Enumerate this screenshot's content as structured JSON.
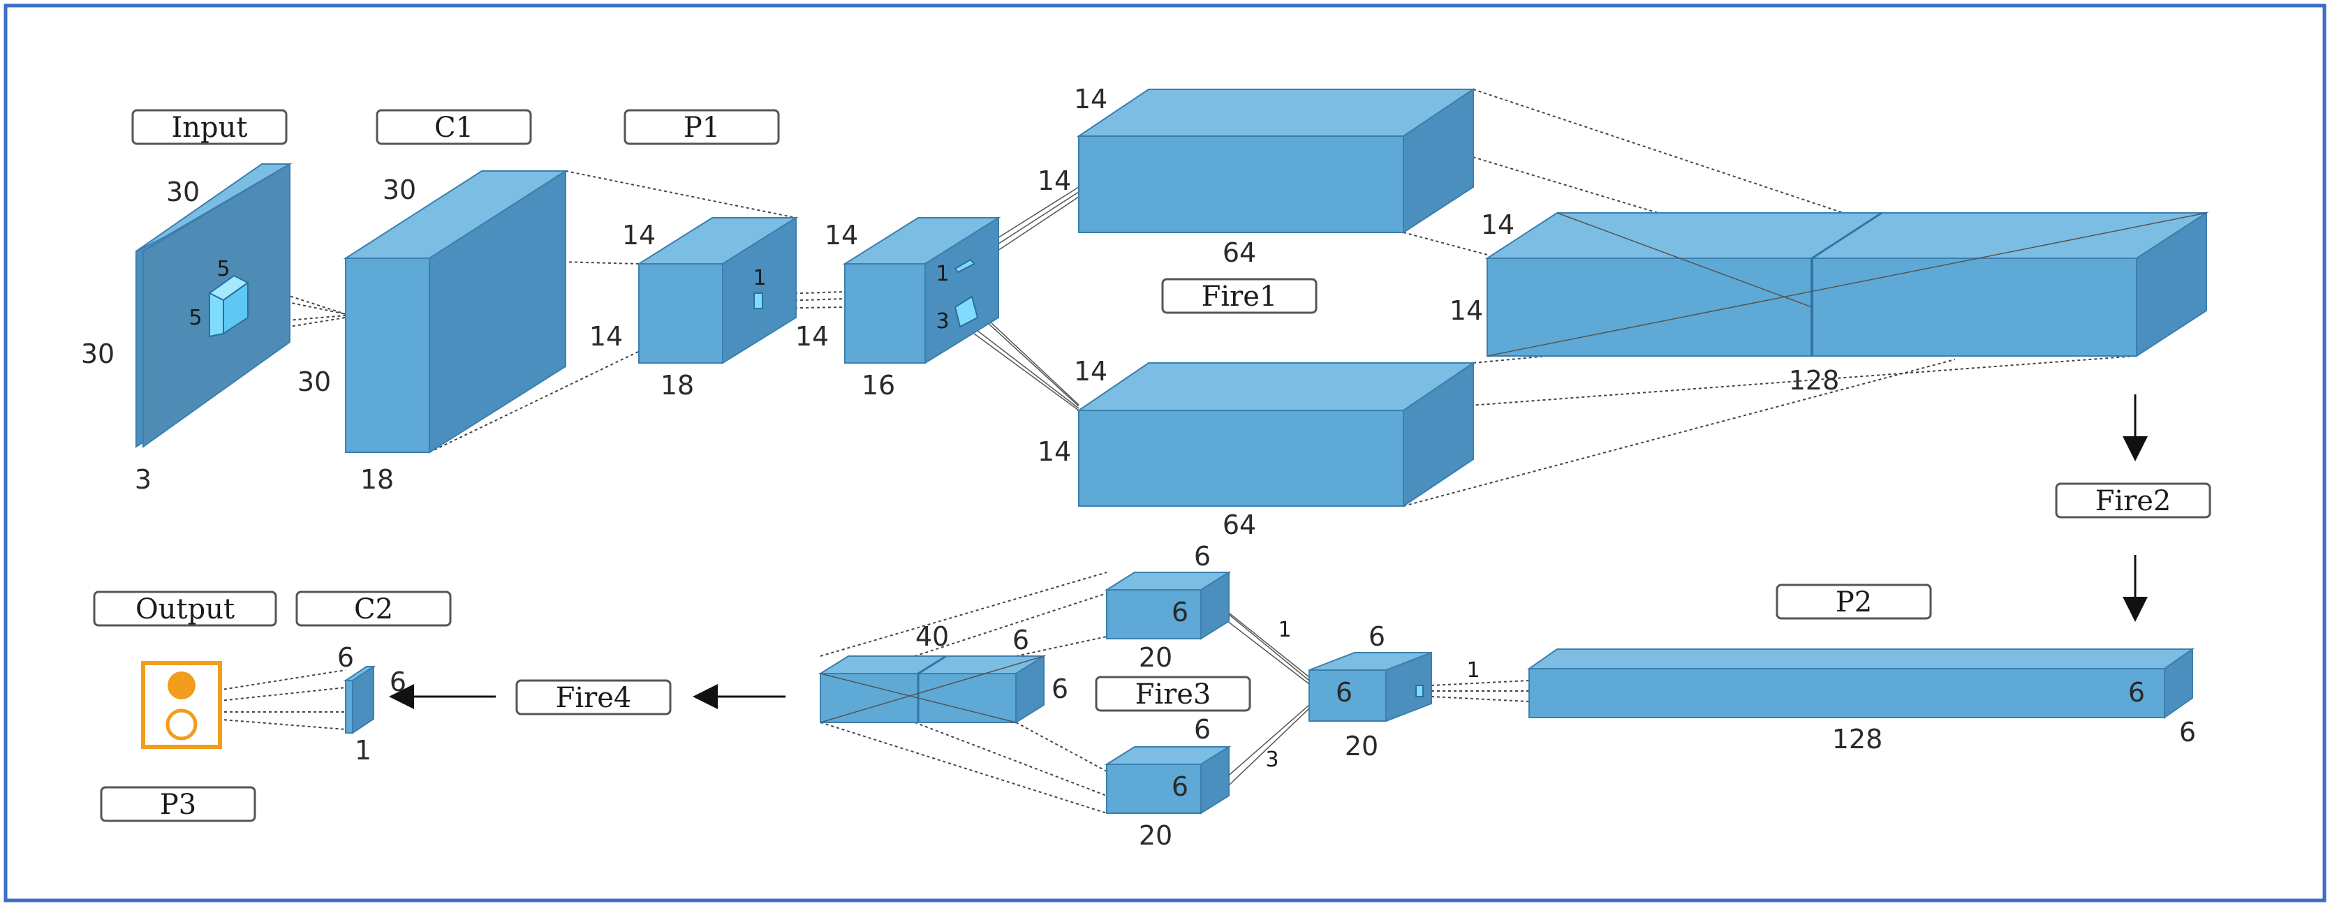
{
  "colors": {
    "front": "#5ea9d6",
    "top": "#7cbde3",
    "side": "#4a8fbd",
    "edge": "#3a7fae",
    "kernel": "#7fdcff",
    "frame": "#3b6fc6",
    "output": "#f29d1b"
  },
  "labels": {
    "input": "Input",
    "c1": "C1",
    "p1": "P1",
    "fire1": "Fire1",
    "fire2": "Fire2",
    "p2": "P2",
    "fire3": "Fire3",
    "fire4": "Fire4",
    "output": "Output",
    "c2": "C2",
    "p3": "P3"
  },
  "dims": {
    "input": {
      "w": "30",
      "h": "30",
      "d": "3",
      "k1": "5",
      "k2": "5"
    },
    "c1": {
      "w": "30",
      "h": "30",
      "d": "18"
    },
    "p1": {
      "w": "14",
      "h": "14",
      "d": "18",
      "k": "1"
    },
    "sq1": {
      "w": "14",
      "h": "14",
      "d": "16",
      "k1": "1",
      "k2": "3"
    },
    "fire1_top": {
      "w": "14",
      "h": "14",
      "d": "64"
    },
    "fire1_bottom": {
      "w": "14",
      "h": "14",
      "d": "64"
    },
    "concat1": {
      "w": "14",
      "h": "14",
      "d": "128"
    },
    "p2": {
      "w": "6",
      "h": "6",
      "d": "128",
      "k": "1"
    },
    "sq3": {
      "w": "6",
      "h": "6",
      "d": "20"
    },
    "fire3_top": {
      "w": "6",
      "h": "6",
      "d": "20",
      "k": "1"
    },
    "fire3_bottom": {
      "w": "6",
      "h": "6",
      "d": "20",
      "k": "3"
    },
    "concat3": {
      "a": "40",
      "b": "6",
      "c": "6"
    },
    "c2": {
      "w": "6",
      "h": "6",
      "d": "1"
    }
  }
}
